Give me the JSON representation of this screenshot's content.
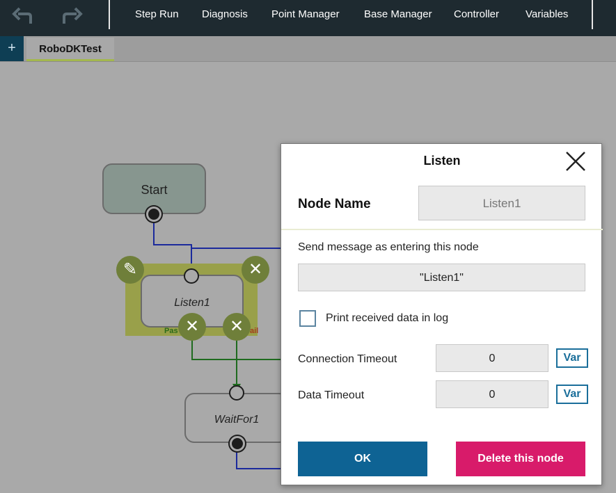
{
  "toolbar": {
    "undo_icon": "undo-arrow-icon",
    "redo_icon": "redo-arrow-icon",
    "menu": [
      "Step Run",
      "Diagnosis",
      "Point Manager",
      "Base Manager",
      "Controller",
      "Variables"
    ]
  },
  "tabs": {
    "add_icon": "+",
    "active": "RoboDKTest"
  },
  "canvas": {
    "start_label": "Start",
    "listen_label": "Listen1",
    "pass_label": "Pas",
    "fail_label": "ail",
    "waitfor_label": "WaitFor1"
  },
  "dialog": {
    "title": "Listen",
    "node_name_label": "Node Name",
    "node_name_value": "Listen1",
    "send_message_label": "Send message as entering this node",
    "send_message_value": "\"Listen1\"",
    "print_log_label": "Print received data in log",
    "print_log_checked": false,
    "connection_timeout_label": "Connection Timeout",
    "connection_timeout_value": "0",
    "data_timeout_label": "Data Timeout",
    "data_timeout_value": "0",
    "var_label": "Var",
    "ok_label": "OK",
    "delete_label": "Delete this node"
  },
  "colors": {
    "toolbar_bg": "#1e2a30",
    "ok_button": "#0e6394",
    "delete_button": "#d81b6a",
    "connector_blue": "#1b2a9c",
    "connector_green": "#1f6b1f"
  }
}
